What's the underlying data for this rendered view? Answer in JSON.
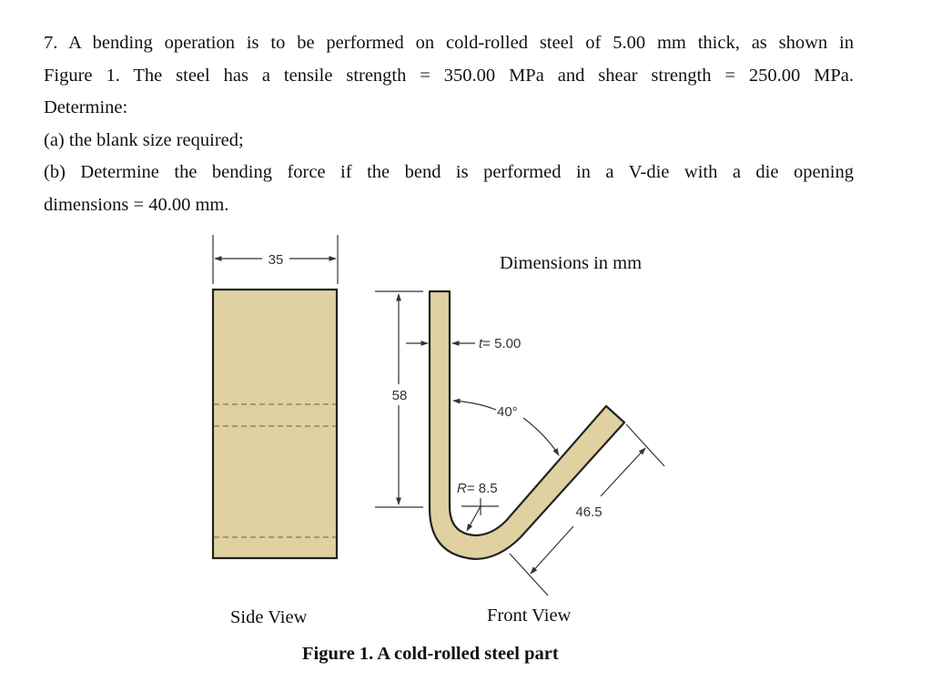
{
  "problem": {
    "number": "7.",
    "line1": "7. A bending operation is to be performed on cold-rolled steel of 5.00 mm thick, as shown in",
    "line2": "Figure 1. The steel has a tensile strength = 350.00 MPa and shear strength = 250.00 MPa.",
    "line3": "Determine:",
    "part_a": "(a) the blank size required;",
    "part_b_line1": "(b) Determine the bending force if the bend is performed in a V-die with a die opening",
    "part_b_line2": "dimensions = 40.00 mm."
  },
  "figure": {
    "units_note": "Dimensions in mm",
    "side_view": {
      "label": "Side View",
      "width_dim": "35"
    },
    "front_view": {
      "label": "Front View",
      "height_dim": "58",
      "thickness_dim": "t = 5.00",
      "thickness_symbol": "t",
      "thickness_value": "= 5.00",
      "angle_dim": "40°",
      "radius_symbol": "R",
      "radius_value": "= 8.5",
      "leg_length_dim": "46.5"
    },
    "caption": "Figure 1. A cold-rolled steel part",
    "colors": {
      "part_fill": "#dfd1a0",
      "outline": "#222222",
      "dashed": "#8f8560",
      "dimension_line": "#333333"
    }
  }
}
